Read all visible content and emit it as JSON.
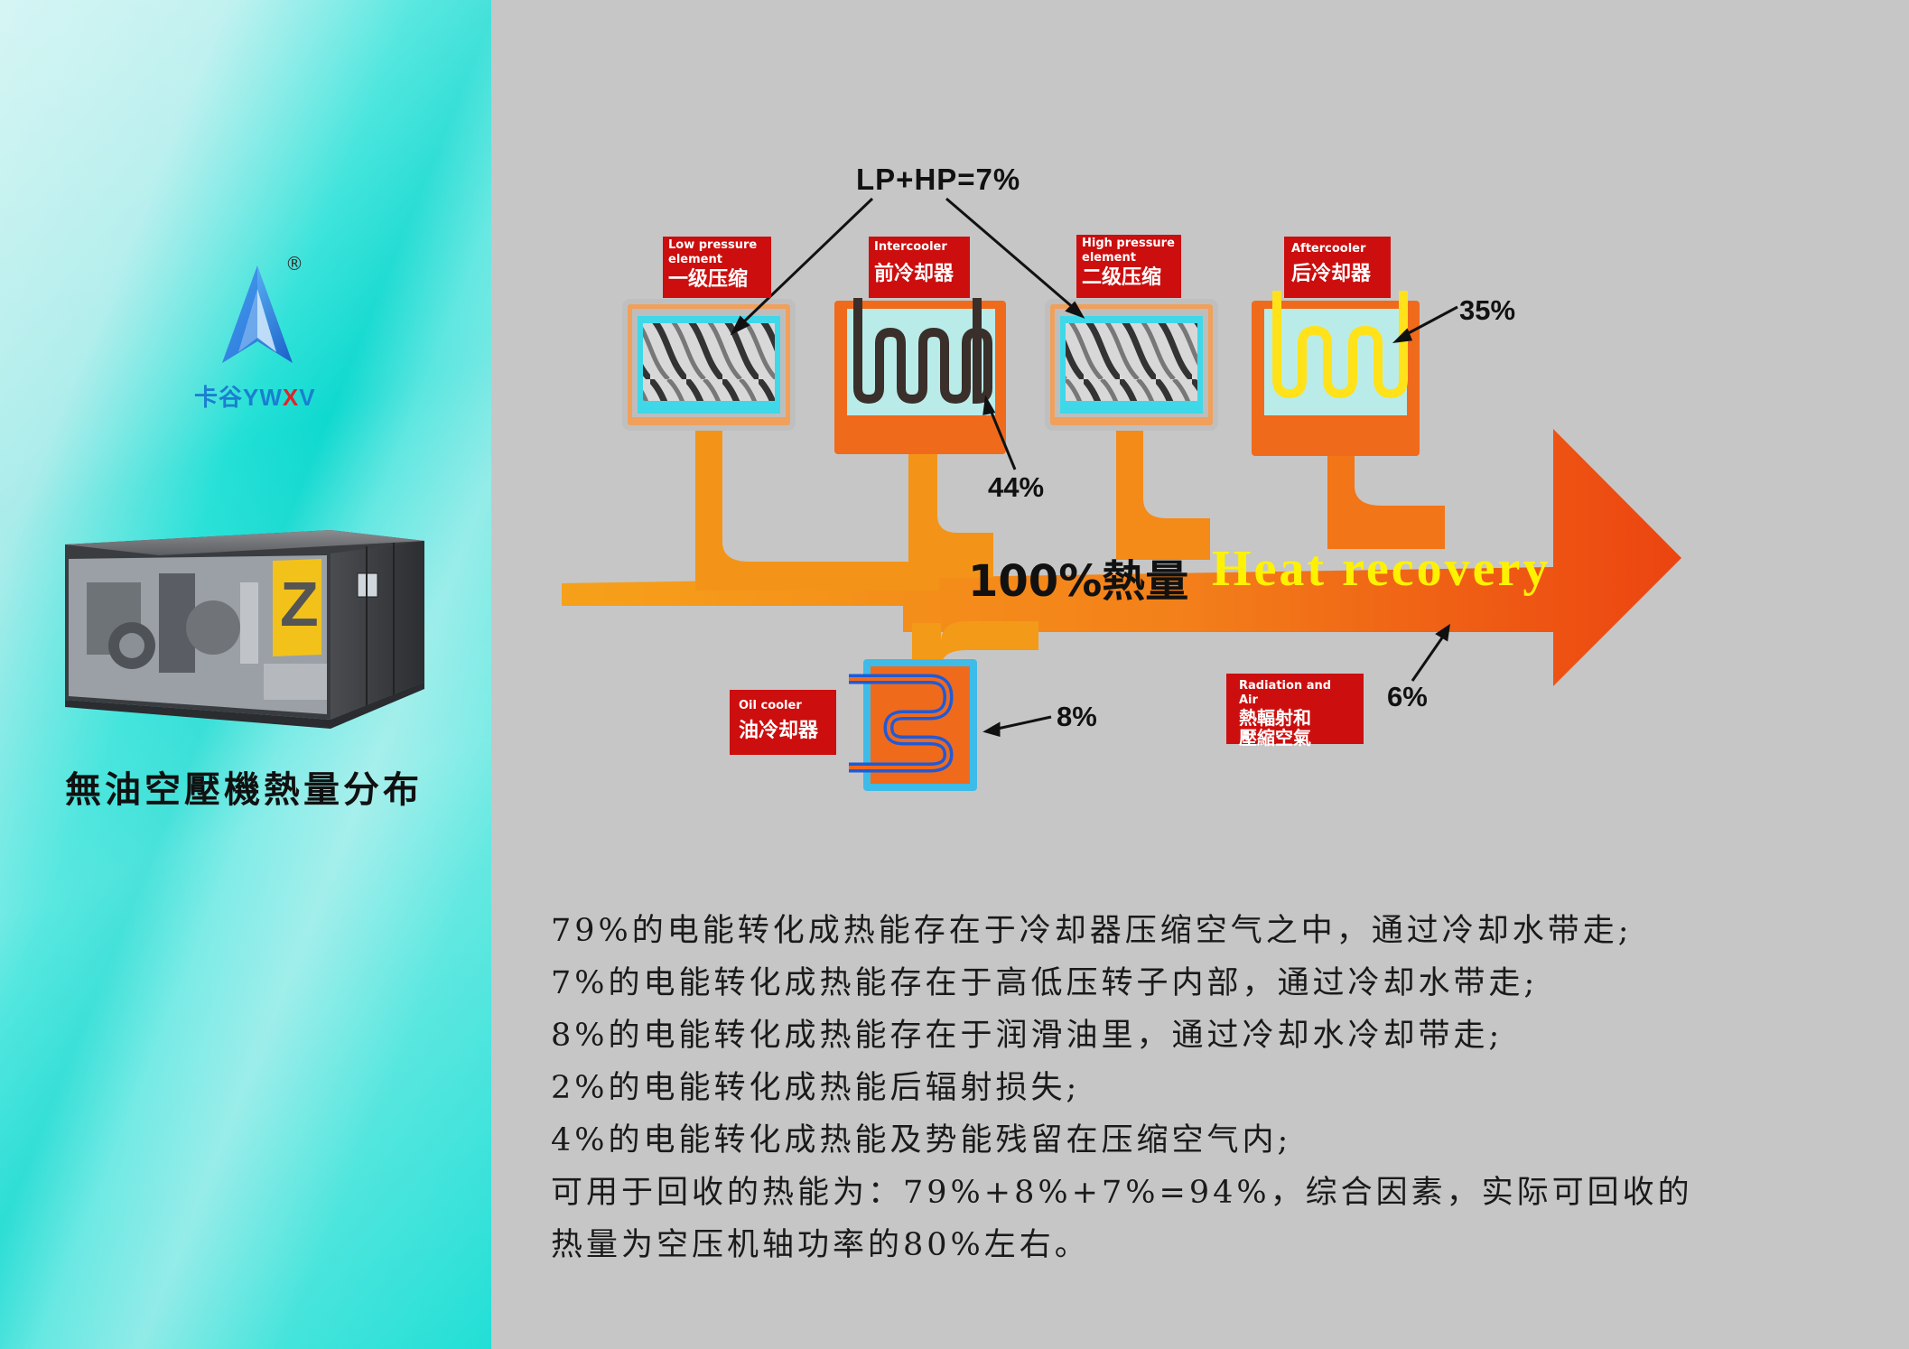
{
  "brand": {
    "name_cn": "卡谷",
    "name_en_a": "YW",
    "name_en_x": "X",
    "name_en_v": "V",
    "registered": "®"
  },
  "machine_title": "無油空壓機熱量分布",
  "diagram": {
    "top_label": "LP+HP=7%",
    "components": [
      {
        "en": "Low pressure element",
        "zh": "一级压缩"
      },
      {
        "en": "Intercooler",
        "zh": "前冷却器"
      },
      {
        "en": "High pressure element",
        "zh": "二级压缩"
      },
      {
        "en": "Aftercooler",
        "zh": "后冷却器"
      },
      {
        "en": "Oil cooler",
        "zh": "油冷却器"
      },
      {
        "en": "Radiation and Air",
        "zh": "熱輻射和",
        "zh2": "壓縮空氣"
      }
    ],
    "percentages": {
      "intercooler": "44%",
      "aftercooler": "35%",
      "oil_cooler": "8%",
      "radiation": "6%"
    },
    "arrow_label_cn": "100%熱量",
    "arrow_label_en": "Heat recovery",
    "colors": {
      "arrow_start": "#f5a01a",
      "arrow_end": "#ee4a12",
      "label_red": "#cc0e0e",
      "cooler_orange": "#f06a1c",
      "water_cyan": "#3fd8e8",
      "coil_dark": "#3a2f2a",
      "coil_yellow": "#ffe21a",
      "coil_blue": "#1f5ad8"
    }
  },
  "description": [
    "79%的电能转化成热能存在于冷却器压缩空气之中，通过冷却水带走;",
    "7%的电能转化成热能存在于高低压转子内部，通过冷却水带走;",
    "8%的电能转化成热能存在于润滑油里，通过冷却水冷却带走;",
    "2%的电能转化成热能后辐射损失;",
    "4%的电能转化成热能及势能残留在压缩空气内;",
    "可用于回收的热能为：79%+8%+7%=94%，综合因素，实际可回收的",
    "热量为空压机轴功率的80%左右。"
  ]
}
